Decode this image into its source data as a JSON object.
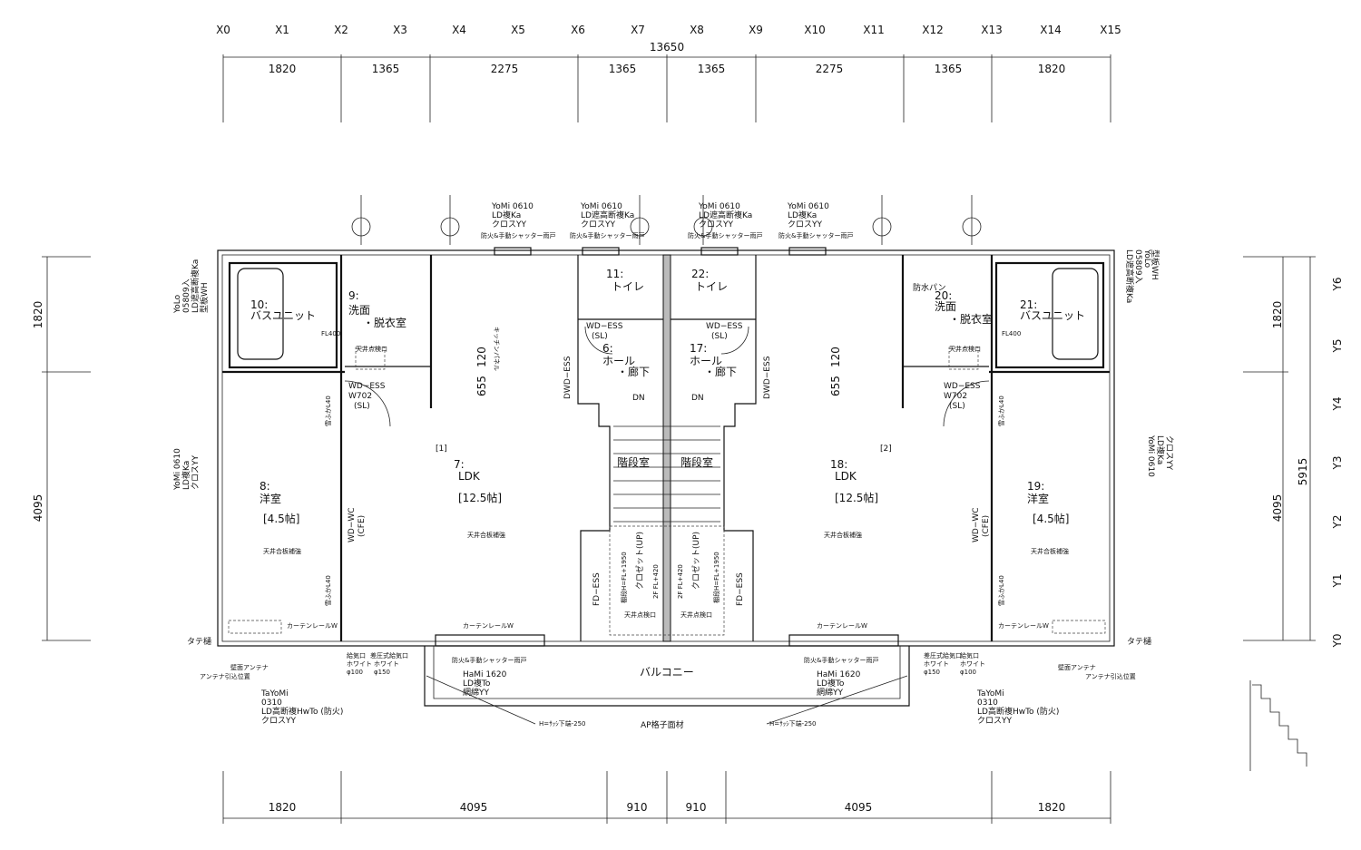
{
  "grid": {
    "x_labels": [
      "X0",
      "X1",
      "X2",
      "X3",
      "X4",
      "X5",
      "X6",
      "X7",
      "X8",
      "X9",
      "X10",
      "X11",
      "X12",
      "X13",
      "X14",
      "X15"
    ],
    "y_labels": [
      "Y6",
      "Y5",
      "Y4",
      "Y3",
      "Y2",
      "Y1",
      "Y0"
    ]
  },
  "dimensions": {
    "top_total": "13650",
    "top": [
      "1820",
      "1365",
      "2275",
      "1365",
      "1365",
      "2275",
      "1365",
      "1820"
    ],
    "bottom": [
      "1820",
      "4095",
      "910",
      "910",
      "4095",
      "1820"
    ],
    "left": [
      "1820",
      "4095"
    ],
    "right": [
      "1820",
      "4095"
    ],
    "right_total": "5915",
    "inner": [
      "655",
      "120",
      "655",
      "120"
    ]
  },
  "rooms": {
    "r10": "10:",
    "r10_name": "バスユニット",
    "r9": "9:",
    "r9_name": "洗面",
    "r9_name2": "・脱衣室",
    "r11": "11:",
    "r11_name": "トイレ",
    "r22": "22:",
    "r22_name": "トイレ",
    "r6": "6:",
    "r6_name": "ホール",
    "r6_name2": "・廊下",
    "r17": "17:",
    "r17_name": "ホール",
    "r17_name2": "・廊下",
    "r7": "7:",
    "r7_name": "LDK",
    "r7_size": "[12.5帖]",
    "r7_unit": "[1]",
    "r18": "18:",
    "r18_name": "LDK",
    "r18_size": "[12.5帖]",
    "r18_unit": "[2]",
    "r8": "8:",
    "r8_name": "洋室",
    "r8_size": "[4.5帖]",
    "r19": "19:",
    "r19_name": "洋室",
    "r19_size": "[4.5帖]",
    "r20": "20:",
    "r20_name": "洗面",
    "r20_name2": "・脱衣室",
    "r21": "21:",
    "r21_name": "バスユニット",
    "stair": "階段室",
    "balcony": "バルコニー",
    "waterproof_pan": "防水パン"
  },
  "doors": {
    "wd_ess": "WD−ESS",
    "w702": "W702",
    "sl": "(SL)",
    "dwd_ess": "DWD−ESS",
    "fd_ess": "FD−ESS",
    "wd_wc": "WD−WC",
    "cfe": "(CFE)",
    "dn": "DN",
    "up": "クロゼット(UP)"
  },
  "windows": {
    "top_win": "YoMi 0610",
    "top_win_l1": "LD複Ka",
    "top_win_l1b": "LD遮高断複Ka",
    "top_win_l2": "クロスYY",
    "shutter": "防火&手動シャッター雨戸",
    "side_win": "YoLo",
    "side_win_code": "05809入",
    "side_win_l1": "LD遮高断複Ka",
    "side_win_l2": "型板WH",
    "balcony_win": "HaMi 1620",
    "balcony_win_l1": "LD複To",
    "balcony_win_l2": "網綿YY",
    "bottom_win": "TaYoMi",
    "bottom_win_code": "0310",
    "bottom_win_l1": "LD高断複HwTo (防火)",
    "bottom_win_l2": "クロスYY"
  },
  "notes": {
    "curtain": "カーテンレールW",
    "ceiling_check": "天井点検口",
    "ceiling_joist": "天井合板補強",
    "vent_l": [
      "給気口",
      "ホワイト",
      "φ100"
    ],
    "vent_r": [
      "差圧式給気口",
      "ホワイト",
      "φ150"
    ],
    "antenna": "壁面アンテナ",
    "antenna_in": "アンテナ引込位置",
    "downspout": "タテ樋",
    "handrail": "H=ｻｯｼ下端-250",
    "lattice": "AP格子面材",
    "kitchen_panel": "キッチンパネル",
    "fl": "FL400",
    "shelf_h": "棚段H=FL+1950",
    "twoF": "2F FL+420",
    "l40": "雪ふかL40"
  }
}
